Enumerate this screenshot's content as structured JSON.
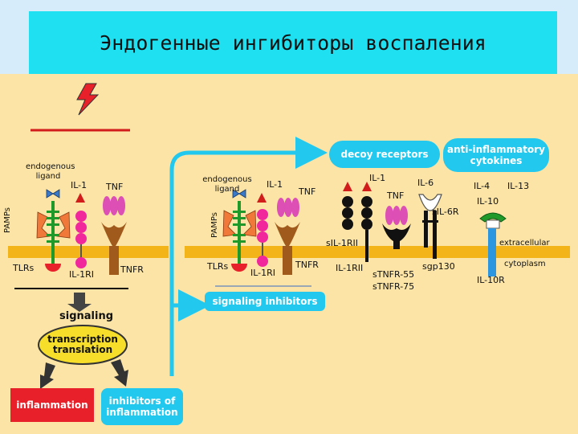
{
  "title": "Эндогенные ингибиторы воспаления",
  "left_panel": {
    "endogenous_ligand": "endogenous ligand",
    "pamps": "PAMPs",
    "il1": "IL-1",
    "tnf": "TNF",
    "tlrs": "TLRs",
    "il1ri": "IL-1RI",
    "tnfr": "TNFR",
    "signaling": "signaling",
    "transcription": "transcription translation",
    "inflammation": "inflammation",
    "inhibitors_of_inflammation": "inhibitors of inflammation"
  },
  "right_panel": {
    "endogenous_ligand": "endogenous ligand",
    "pamps": "PAMPs",
    "il1": "IL-1",
    "tnf": "TNF",
    "tlrs": "TLRs",
    "il1ri": "IL-1RI",
    "tnfr": "TNFR",
    "signaling_inhibitors": "signaling inhibitors",
    "decoy_receptors": "decoy receptors",
    "anti_inflammatory_cytokines": "anti-inflammatory cytokines",
    "decoy_il1": "IL-1",
    "decoy_tnf": "TNF",
    "il6": "IL-6",
    "sil1rii": "sIL-1RII",
    "il1rii": "IL-1RII",
    "stnfr55": "sTNFR-55",
    "stnfr75": "sTNFR-75",
    "sil6r": "sIL-6R",
    "sgp130": "sgp130",
    "il4": "IL-4",
    "il13": "IL-13",
    "il10": "IL-10",
    "il10r": "IL-10R",
    "extracellular": "extracellular",
    "cytoplasm": "cytoplasm"
  },
  "colors": {
    "background": "#fbe4a6",
    "title_bar": "#1fe0f0",
    "membrane": "#f2b418",
    "arrow_cyan": "#22c8ee",
    "inflammation_red": "#e8202a",
    "receptor_magenta": "#f0289c",
    "tnf_pink": "#dd4fb4",
    "tnfr_brown": "#a05a1c",
    "tlr_green": "#1f9a2a"
  }
}
